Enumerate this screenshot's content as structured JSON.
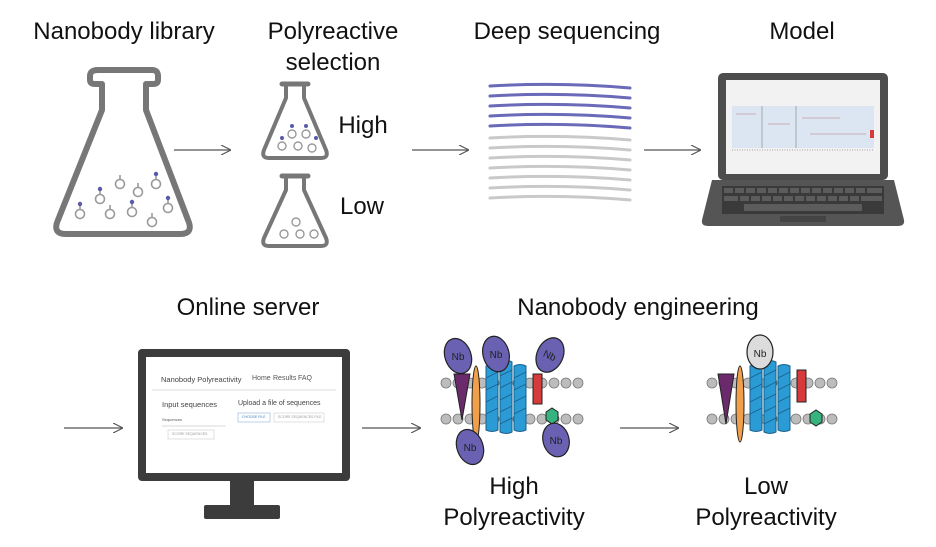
{
  "stages": {
    "library": "Nanobody library",
    "selection_line1": "Polyreactive",
    "selection_line2": "selection",
    "high": "High",
    "low": "Low",
    "sequencing": "Deep sequencing",
    "model": "Model",
    "server": "Online server",
    "engineering": "Nanobody engineering"
  },
  "outcomes": {
    "high_line1": "High",
    "high_line2": "Polyreactivity",
    "low_line1": "Low",
    "low_line2": "Polyreactivity"
  },
  "server_ui": {
    "app_title": "Nanobody Polyreactivity",
    "nav": [
      "Home",
      "Results",
      "FAQ"
    ],
    "input_heading": "Input sequences",
    "upload_heading": "Upload a file of sequences",
    "sequences_label": "Sequences",
    "choose_button": "CHOOSE FILE",
    "score_file_button": "SCORE SEQUENCES FILE",
    "score_button": "SCORE SEQUENCES"
  },
  "nb_label": "Nb",
  "colors": {
    "high_reads": "#6a6ab8",
    "low_reads": "#c9c9c9",
    "glass": "#7f7f7f",
    "nb_purple": "#6a61b3",
    "nb_gray": "#dcdcdc",
    "helix": "#2b9bd6",
    "orange": "#f0a04b",
    "red": "#d63a3a",
    "green": "#36b37e",
    "dark_purple": "#6b2a6b"
  }
}
